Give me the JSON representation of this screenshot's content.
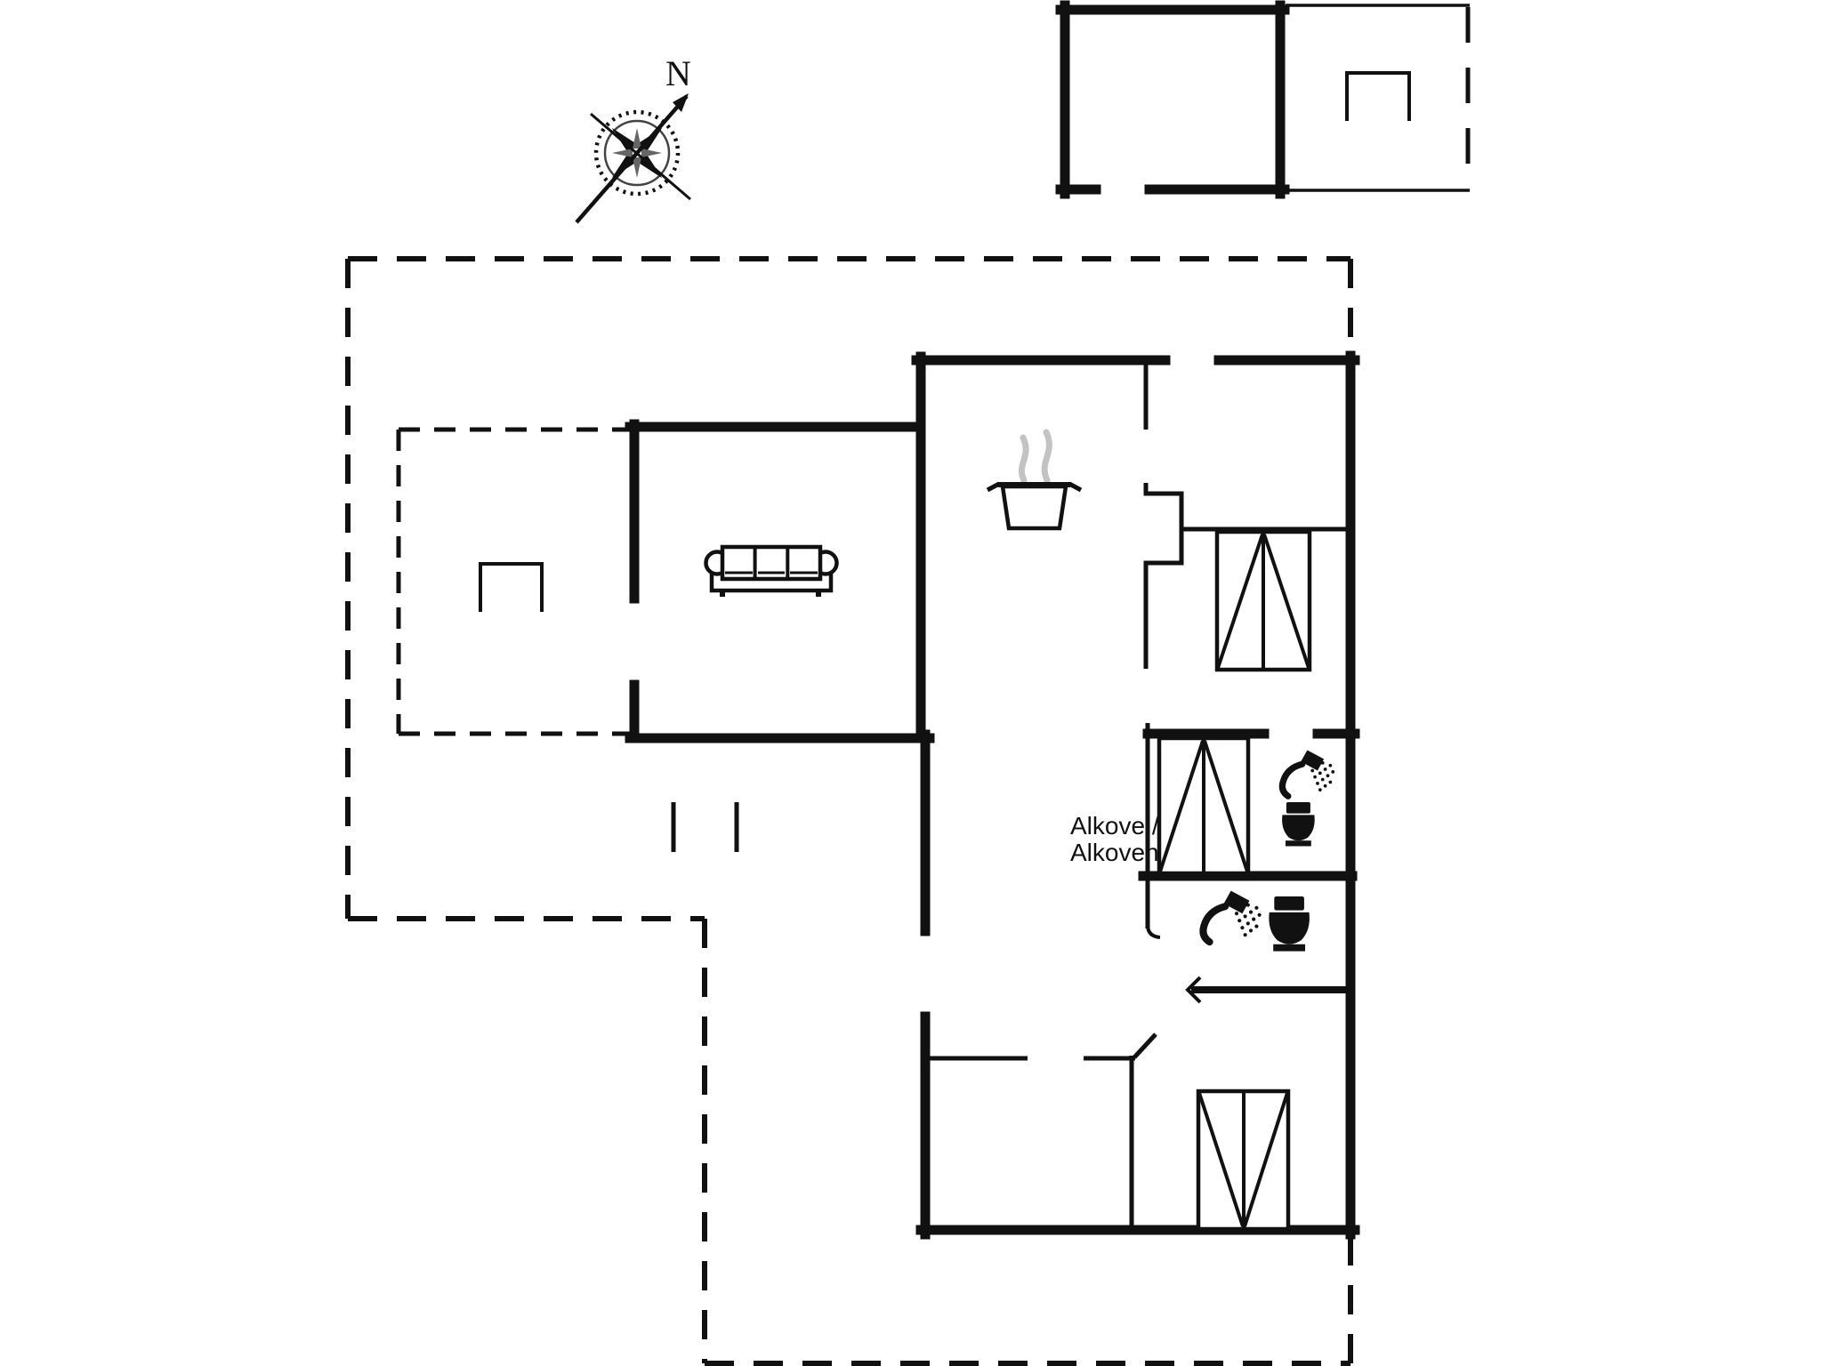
{
  "page": {
    "type": "floor-plan-drawing",
    "background": "#ffffff",
    "ink": "#111111",
    "steam_color": "#c3c3c3"
  },
  "compass": {
    "label": "N"
  },
  "labels": {
    "alcove_line1": "Alkove /",
    "alcove_line2": "Alkoven"
  },
  "icons": {
    "compass": "compass-rose-icon",
    "sofa": "sofa-icon",
    "stove": "steaming-pot-icon",
    "wardrobe": "double-door-wardrobe-icon",
    "alcove_bed": "alcove-bed-icon",
    "shower": "shower-head-icon",
    "toilet": "toilet-icon",
    "bench": "bench-icon",
    "door_swing": "door-swing-icon",
    "door_chevron": "door-chevron-icon"
  }
}
